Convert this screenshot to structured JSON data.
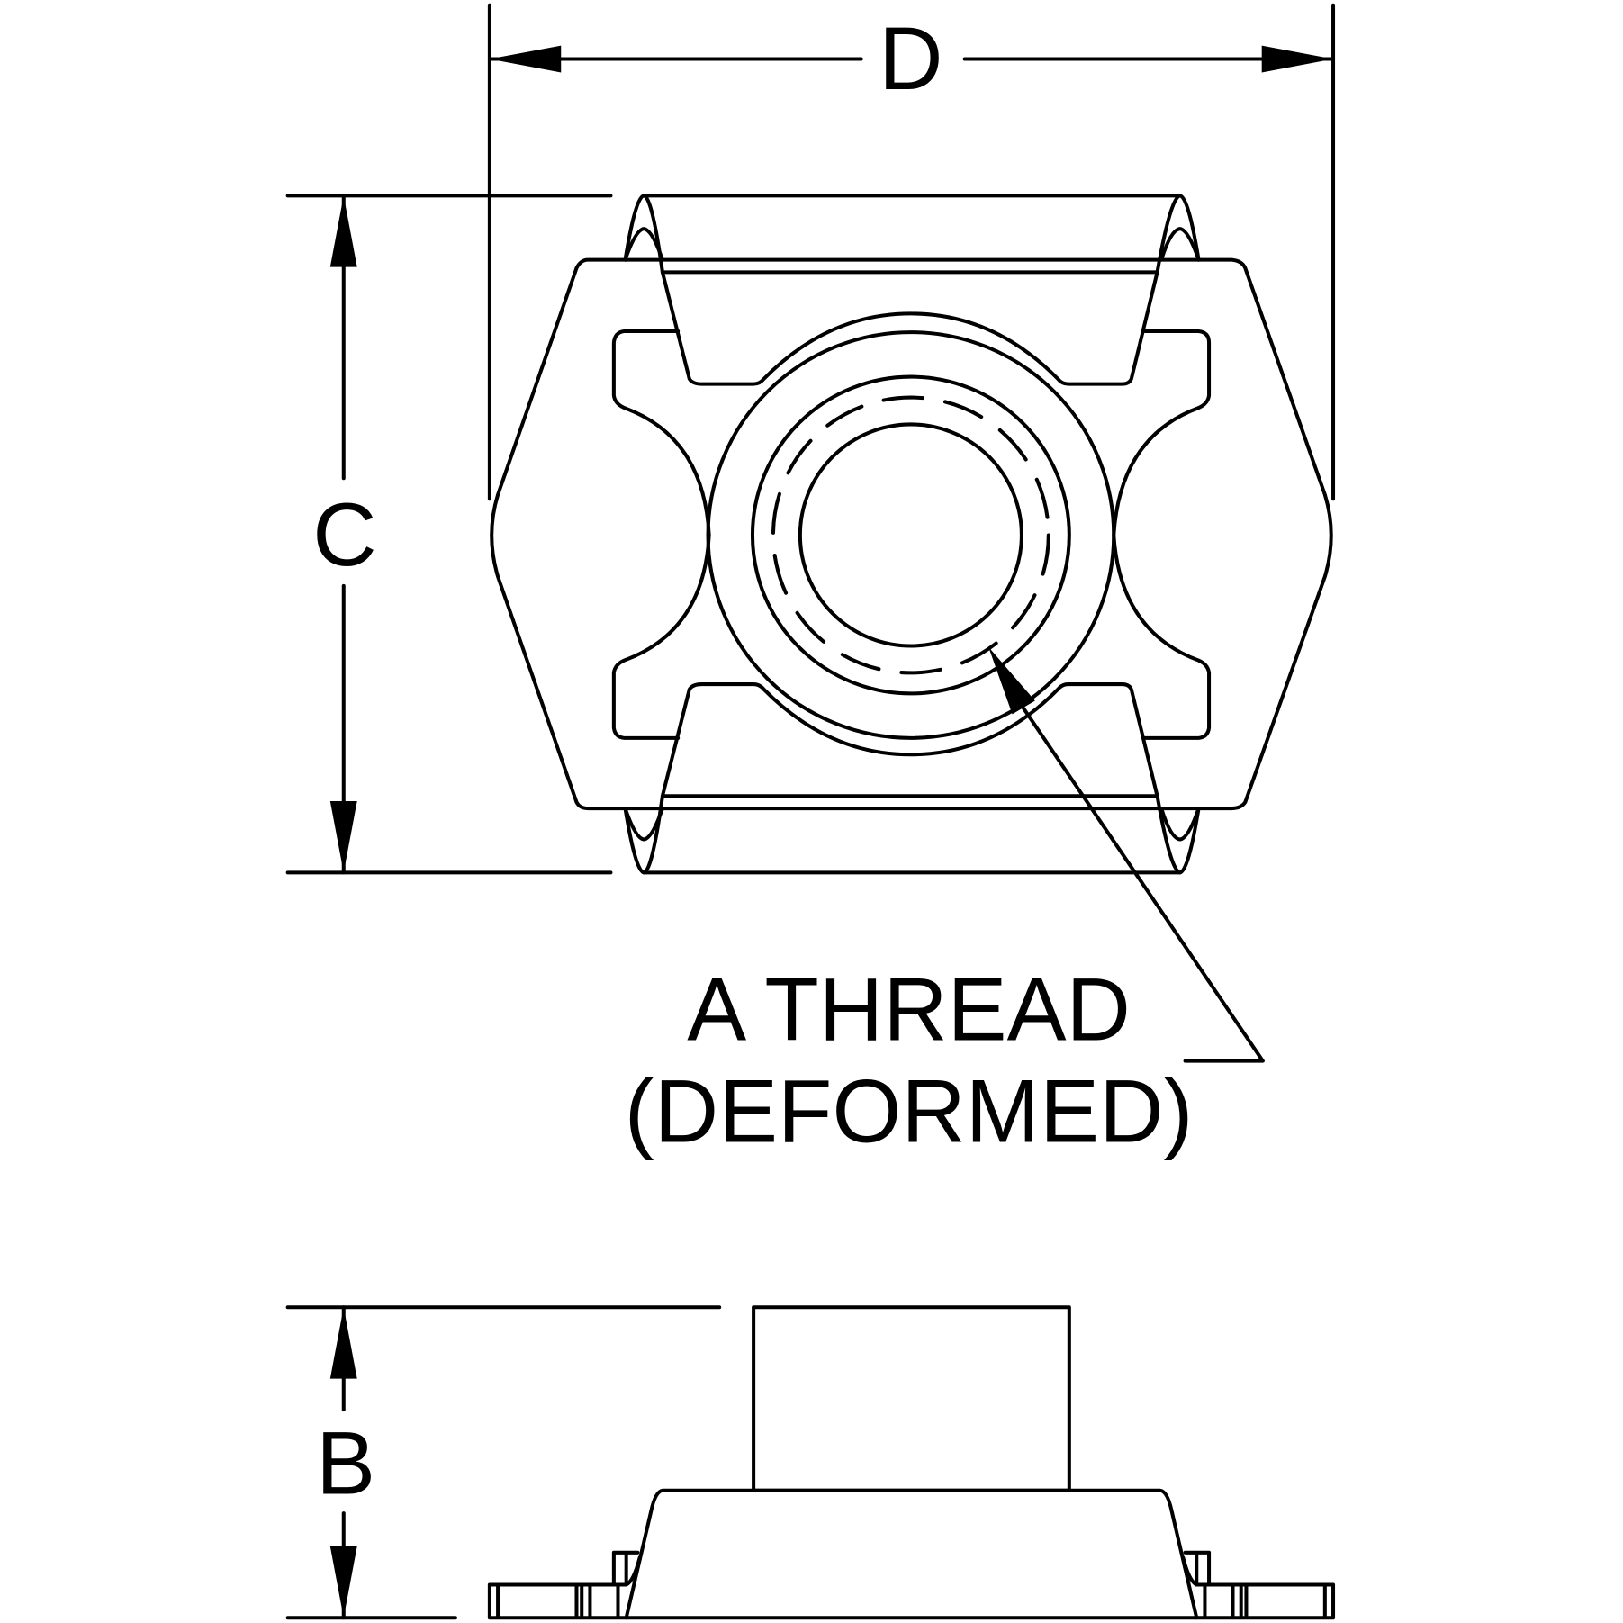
{
  "dimensions": {
    "d_label": "D",
    "c_label": "C",
    "b_label": "B"
  },
  "callout": {
    "line1": "A THREAD",
    "line2": "(DEFORMED)"
  },
  "colors": {
    "stroke": "#000000",
    "background": "#ffffff"
  }
}
